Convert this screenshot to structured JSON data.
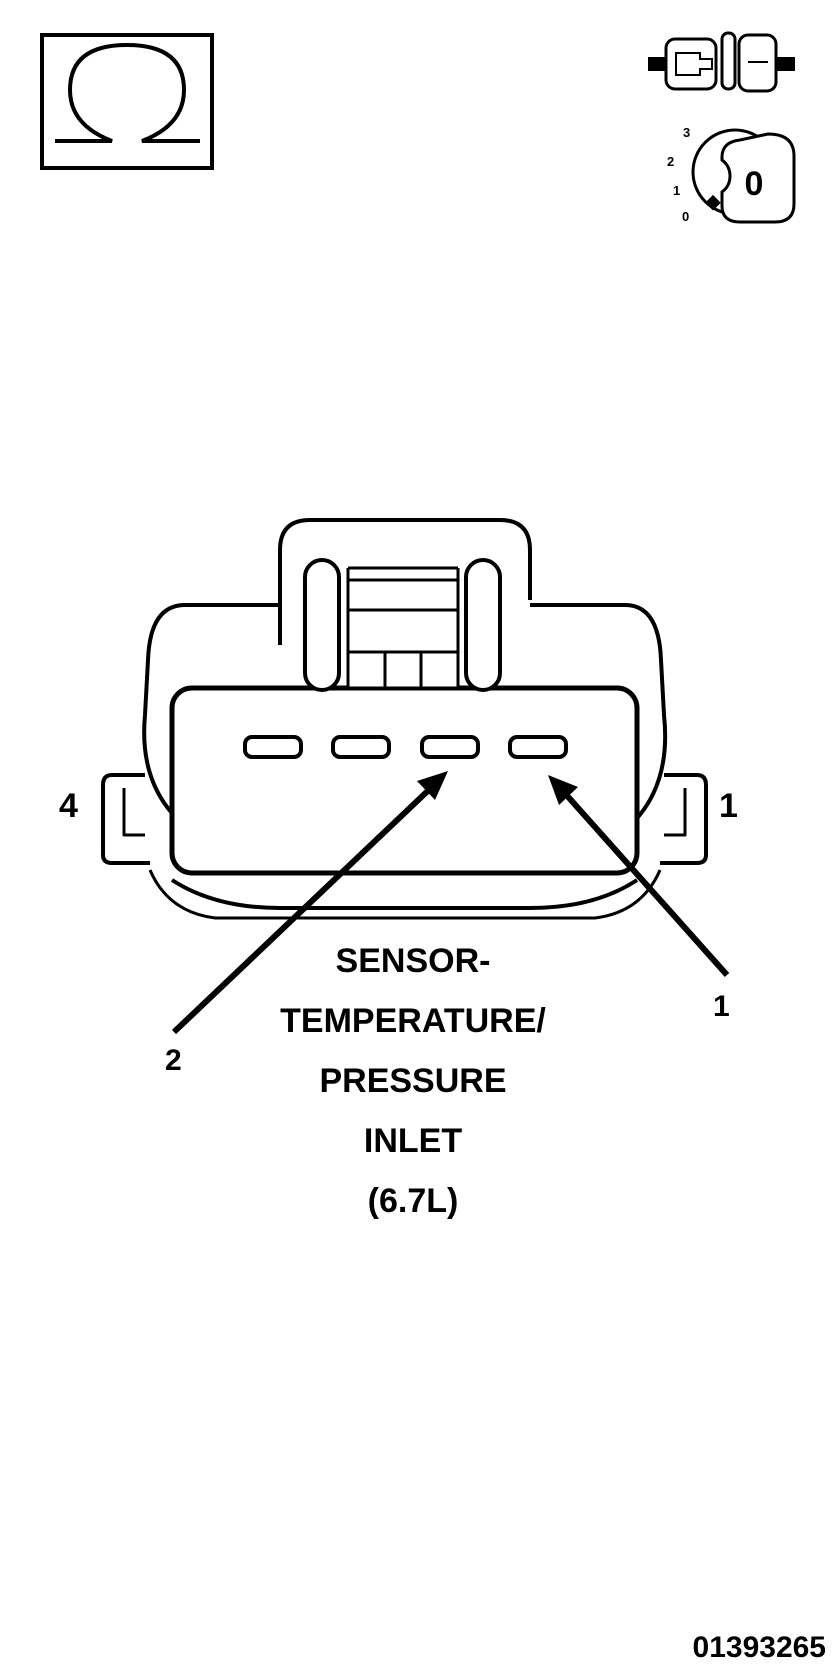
{
  "icons": {
    "ohmmeter": "ohm-icon",
    "connector": "connector-disconnect-icon",
    "ignition": "ignition-key-icon"
  },
  "ignition": {
    "positions": [
      "3",
      "2",
      "1",
      "0"
    ],
    "key_label": "0"
  },
  "connector": {
    "end_left": "4",
    "end_right": "1"
  },
  "callouts": {
    "pin_a": "1",
    "pin_b": "2"
  },
  "title": {
    "line1": "SENSOR-",
    "line2": "TEMPERATURE/",
    "line3": "PRESSURE",
    "line4": "INLET",
    "line5": "(6.7L)"
  },
  "figure_id": "01393265",
  "colors": {
    "ink": "#000000",
    "paper": "#ffffff"
  }
}
